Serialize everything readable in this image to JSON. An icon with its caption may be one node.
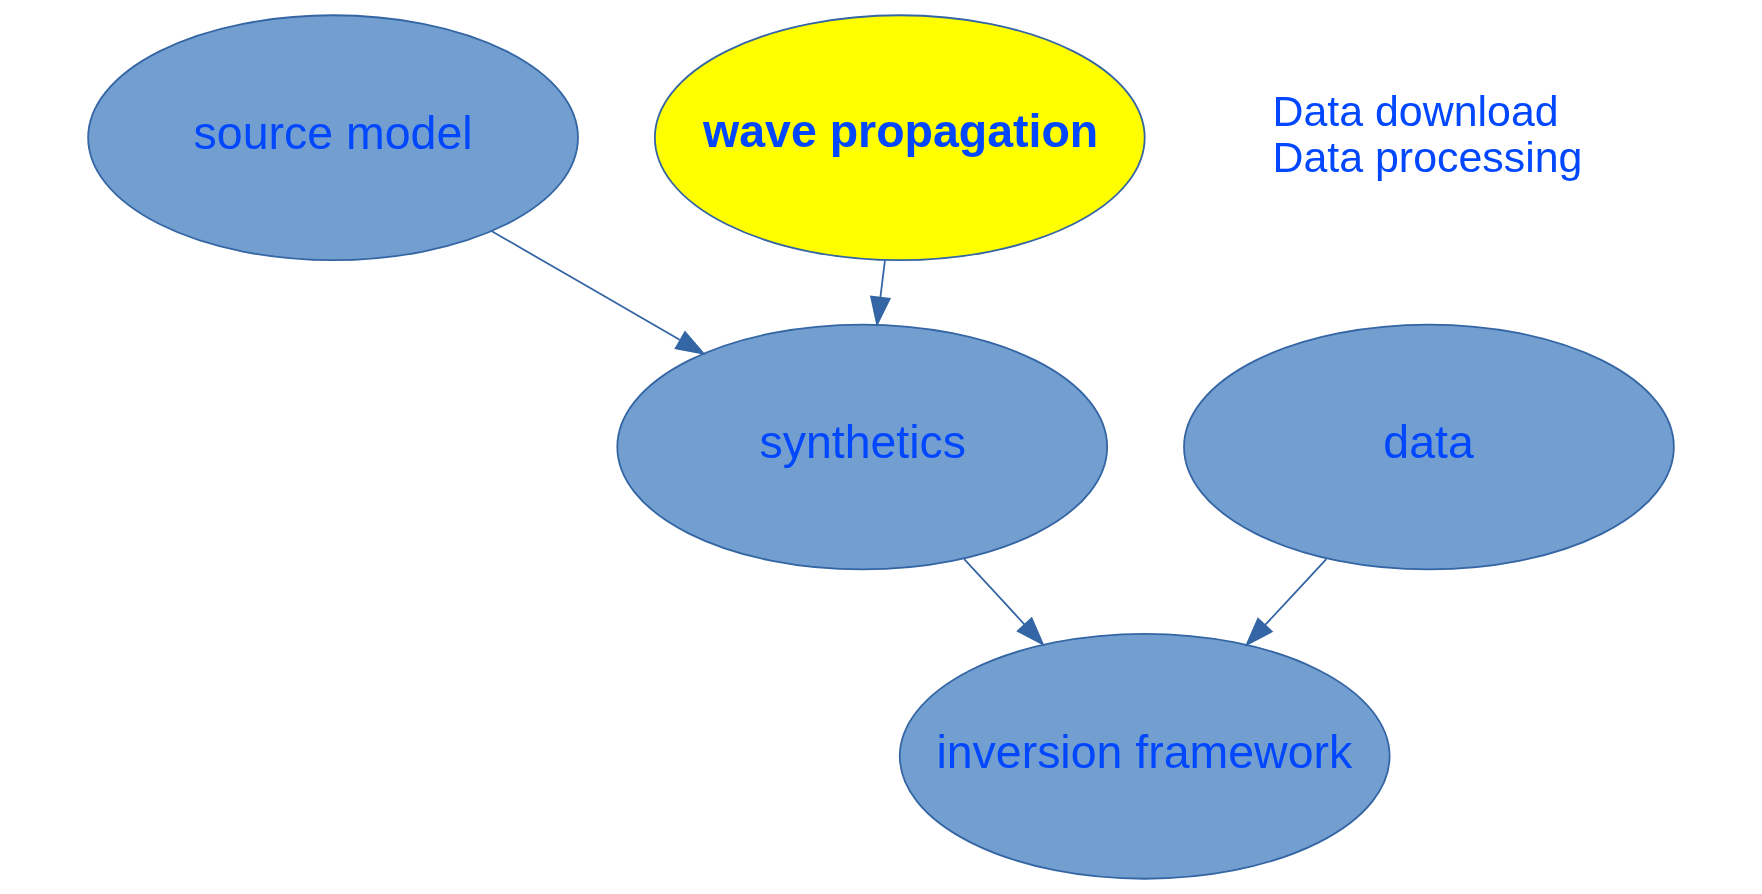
{
  "diagram": {
    "nodes": [
      {
        "text": [
          "source model"
        ]
      },
      {
        "text": [
          "wave propagation"
        ]
      },
      {
        "text": [
          "synthetics"
        ]
      },
      {
        "text": [
          "data"
        ]
      },
      {
        "text": [
          "inversion framework"
        ]
      }
    ],
    "edges": [
      {
        "from": 0,
        "to": 2,
        "arrow": "to"
      },
      {
        "from": 1,
        "to": 2,
        "arrow": "to"
      },
      {
        "from": 2,
        "to": 4,
        "arrow": "to"
      },
      {
        "from": 3,
        "to": 4,
        "arrow": "to"
      }
    ],
    "labels": [
      "Data download",
      "Data processing"
    ]
  }
}
